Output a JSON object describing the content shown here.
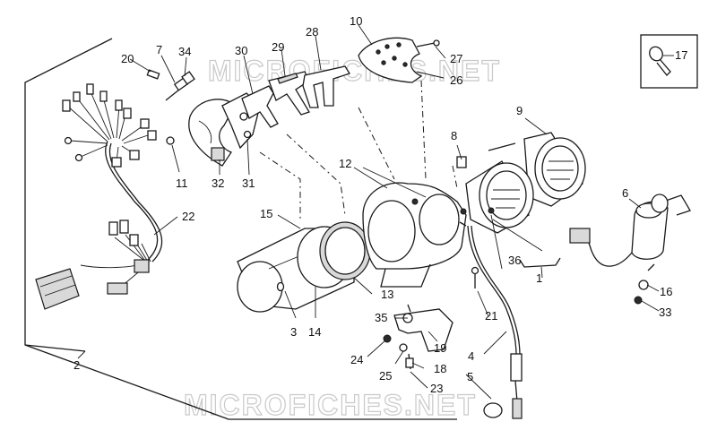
{
  "watermark": "MICROFICHES.NET",
  "callouts": {
    "c1": "1",
    "c2": "2",
    "c3": "3",
    "c4": "4",
    "c5": "5",
    "c6": "6",
    "c7": "7",
    "c8": "8",
    "c9": "9",
    "c10": "10",
    "c11": "11",
    "c12": "12",
    "c13": "13",
    "c14": "14",
    "c15": "15",
    "c16": "16",
    "c17": "17",
    "c18": "18",
    "c19": "19",
    "c20": "20",
    "c21": "21",
    "c22": "22",
    "c23": "23",
    "c24": "24",
    "c25": "25",
    "c26": "26",
    "c27": "27",
    "c28": "28",
    "c29": "29",
    "c30": "30",
    "c31": "31",
    "c32": "32",
    "c33": "33",
    "c34": "34",
    "c35": "35",
    "c36": "36"
  }
}
